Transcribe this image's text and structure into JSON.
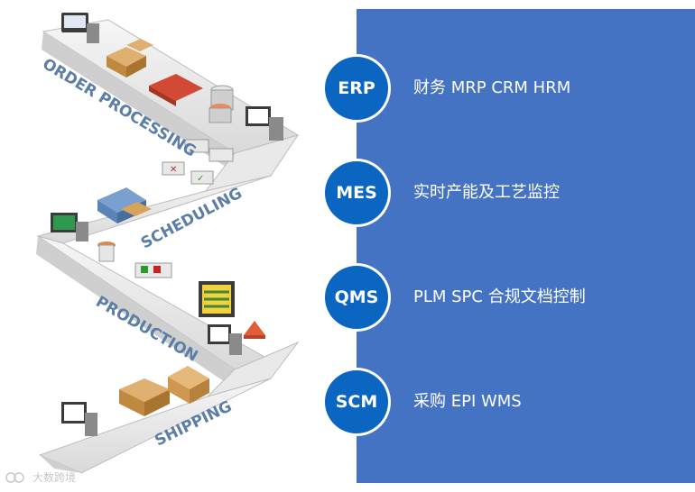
{
  "colors": {
    "panel": "#4573c4",
    "badge": "#0b66c2",
    "belt_top": "#f1f1f1",
    "belt_side": "#c6c6c6",
    "stage_label": "#5b7ea6"
  },
  "stages": [
    {
      "label": "ORDER PROCESSING"
    },
    {
      "label": "SCHEDULING"
    },
    {
      "label": "PRODUCTION"
    },
    {
      "label": "SHIPPING"
    }
  ],
  "systems": [
    {
      "code": "ERP",
      "description": "财务 MRP CRM HRM"
    },
    {
      "code": "MES",
      "description": "实时产能及工艺监控"
    },
    {
      "code": "QMS",
      "description": "PLM SPC 合规文档控制"
    },
    {
      "code": "SCM",
      "description": "采购 EPI WMS"
    }
  ],
  "watermark": {
    "text": "大数跨境"
  }
}
